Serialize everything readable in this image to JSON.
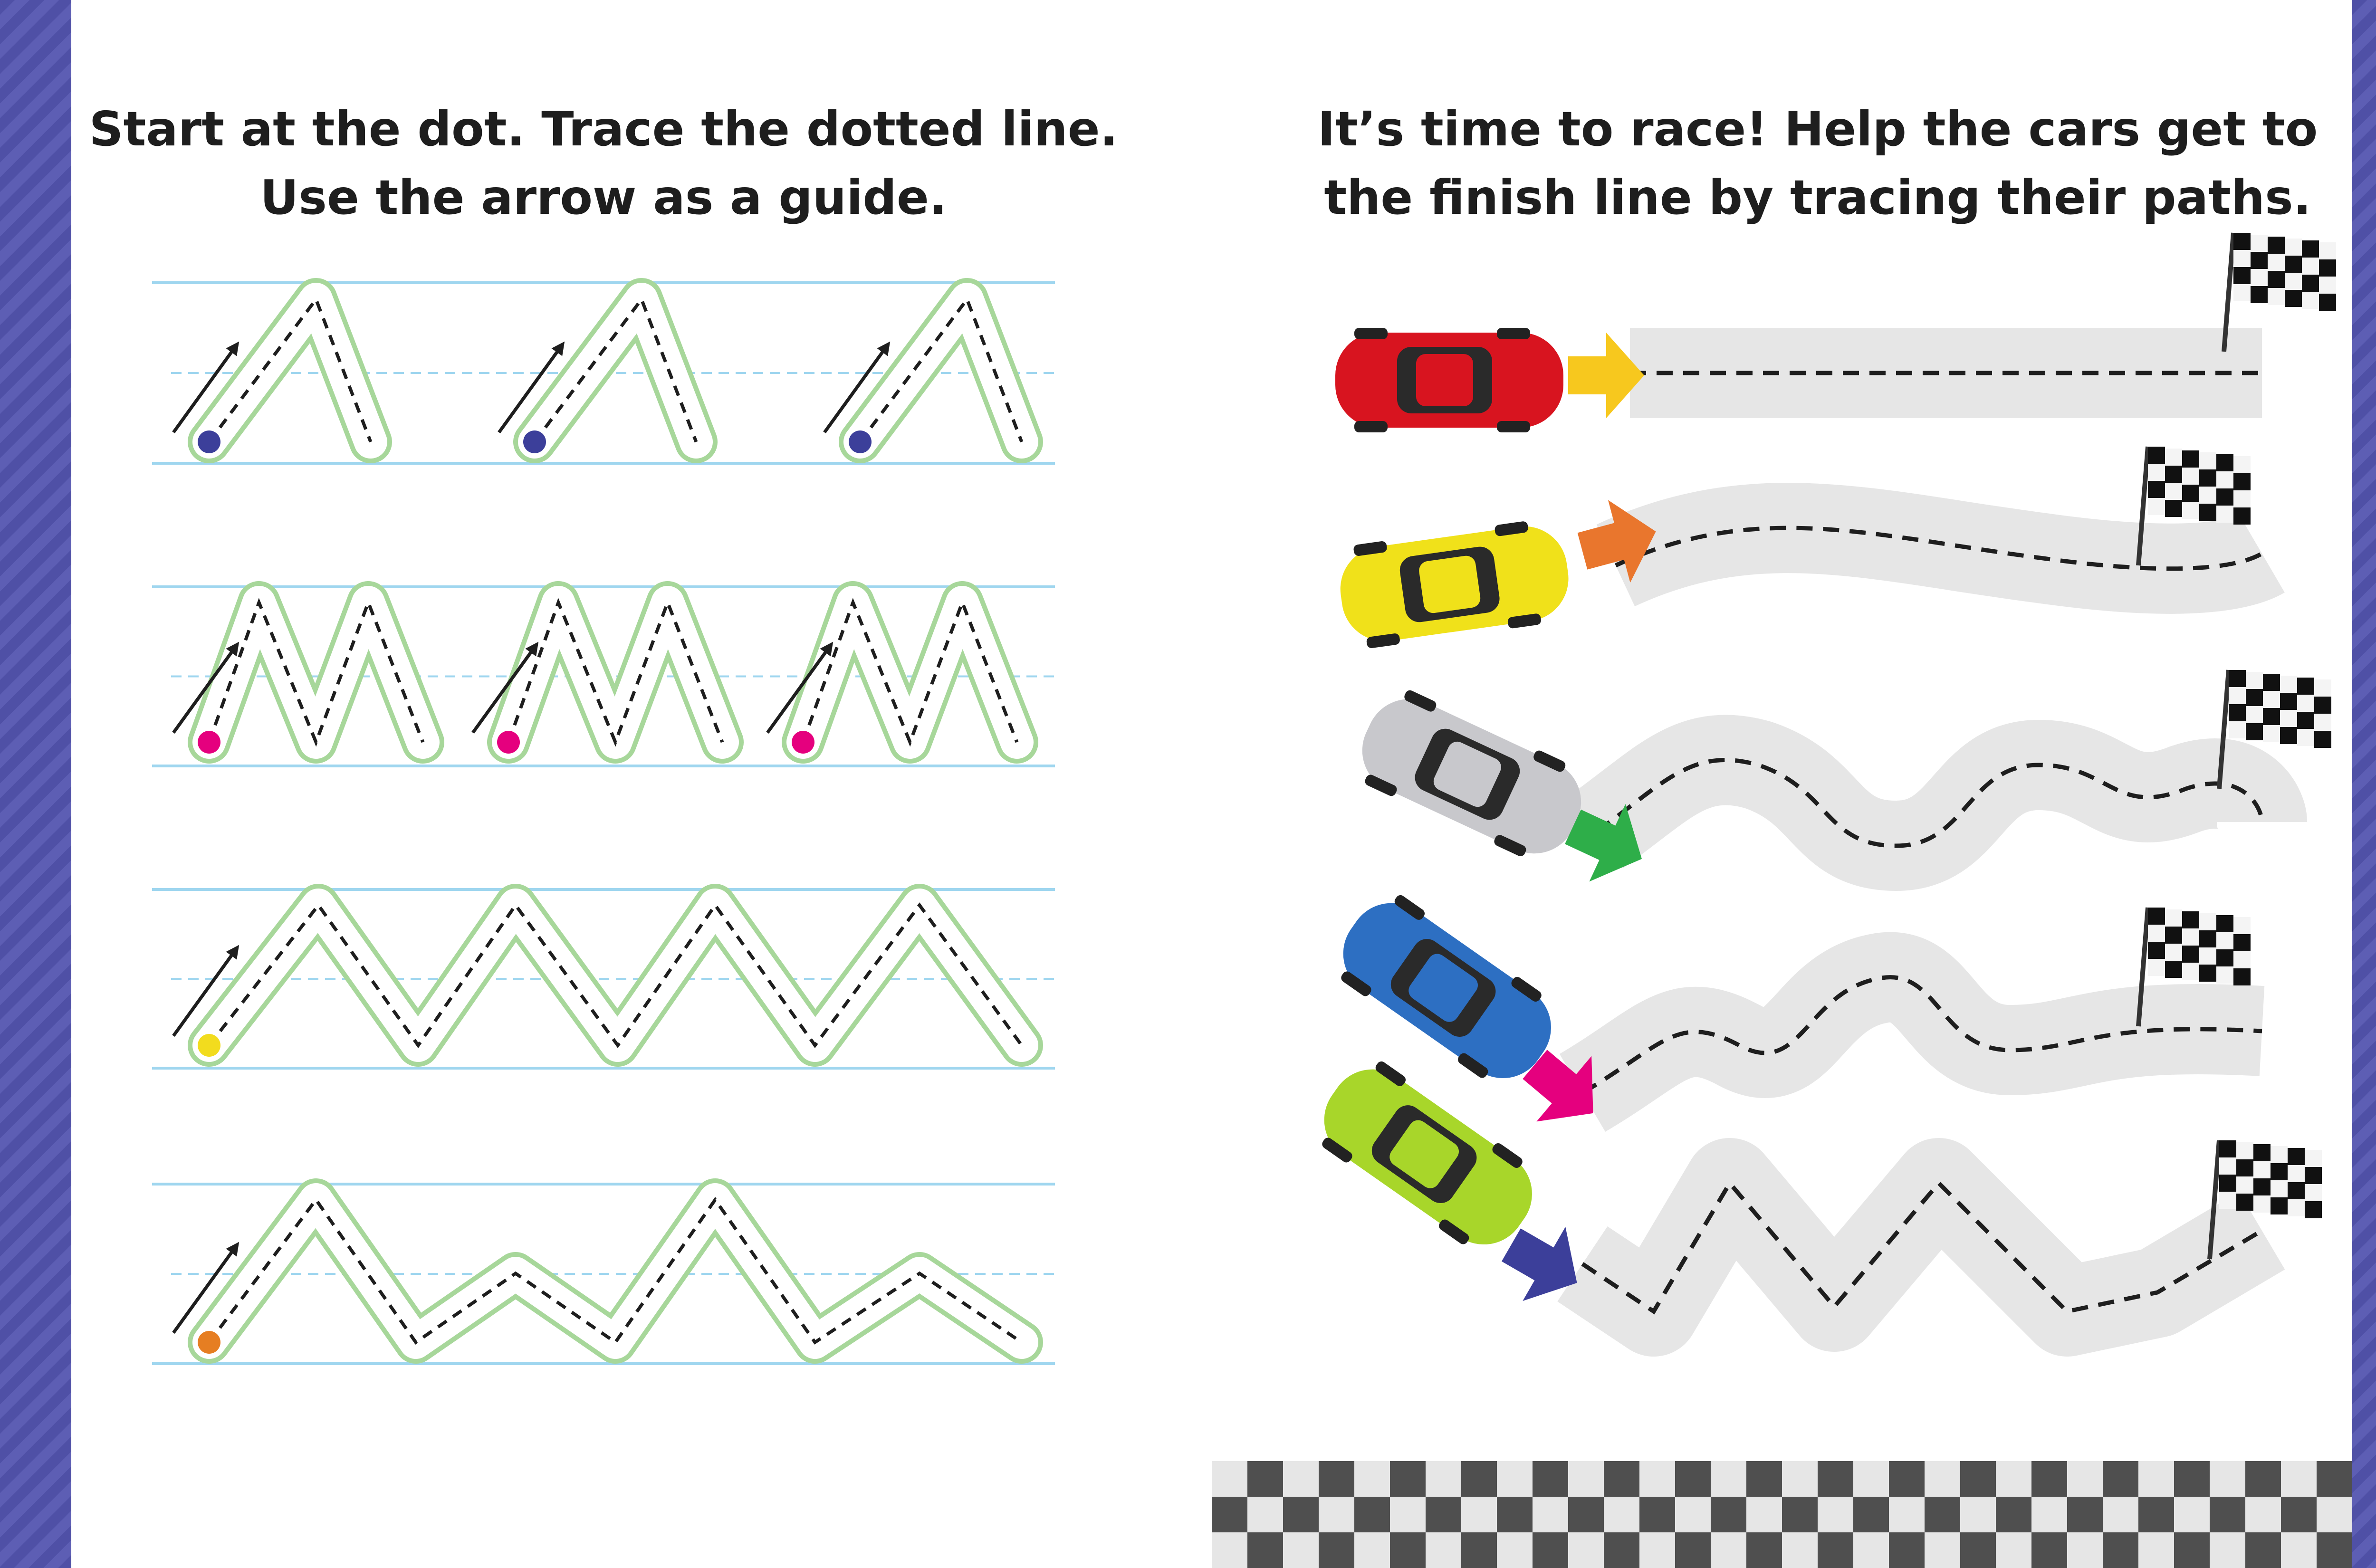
{
  "instructions": {
    "left": {
      "line1": "Start at the dot. Trace the dotted line.",
      "line2": "Use the arrow as a guide."
    },
    "right": {
      "line1": "It’s time to race! Help the cars get to",
      "line2": "the finish line by tracing their paths."
    }
  },
  "colors": {
    "border": "#4f50a6",
    "rule_line": "#9fd6ef",
    "trace_outline": "#a7d79a",
    "road": "#e6e6e6"
  },
  "tracing_rows": [
    {
      "pattern": "single-peak",
      "repeats": 3,
      "dot_color": "#3c3f9a"
    },
    {
      "pattern": "double-peak",
      "repeats": 3,
      "dot_color": "#e5007e"
    },
    {
      "pattern": "zigzag-4",
      "repeats": 1,
      "dot_color": "#f2dc1e"
    },
    {
      "pattern": "tall-short-zigzag",
      "repeats": 1,
      "dot_color": "#e67e22"
    }
  ],
  "race_lanes": [
    {
      "car_color": "#d8141f",
      "arrow_color": "#f7c81e",
      "path": "straight",
      "car_icon": "red-car-icon"
    },
    {
      "car_color": "#f0e11a",
      "arrow_color": "#e9762d",
      "path": "gentle-curve",
      "car_icon": "yellow-car-icon"
    },
    {
      "car_color": "#c8c8cc",
      "arrow_color": "#2eae49",
      "path": "wave",
      "car_icon": "silver-car-icon"
    },
    {
      "car_color": "#2d6fc2",
      "arrow_color": "#e5007e",
      "path": "wavy",
      "car_icon": "blue-car-icon"
    },
    {
      "car_color": "#a8d62a",
      "arrow_color": "#3c3f9a",
      "path": "zigzag",
      "car_icon": "green-car-icon"
    }
  ],
  "icons": {
    "flag": "checkered-flag-icon",
    "floor": "checkered-floor"
  }
}
